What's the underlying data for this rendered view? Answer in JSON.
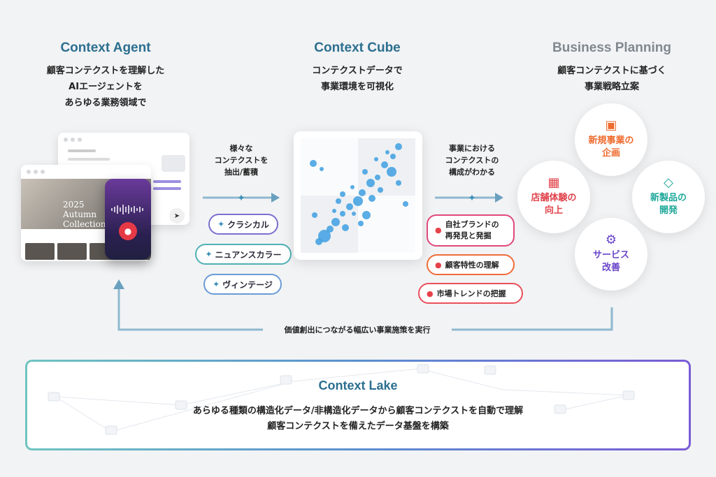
{
  "columns": {
    "agent": {
      "title": "Context Agent",
      "subtitle": "顧客コンテクストを理解した\nAIエージェントを\nあらゆる業務領域で"
    },
    "cube": {
      "title": "Context Cube",
      "subtitle": "コンテクストデータで\n事業環境を可視化"
    },
    "business": {
      "title": "Business Planning",
      "subtitle": "顧客コンテクストに基づく\n事業戦略立案"
    }
  },
  "agent_mock": {
    "hero_text": "2025\nAutumn\nCollection"
  },
  "extract_label": "様々な\nコンテクストを\n抽出/蓄積",
  "understand_label": "事業における\nコンテクストの\n構成がわかる",
  "style_tags": [
    "クラシカル",
    "ニュアンスカラー",
    "ヴィンテージ"
  ],
  "insight_tags": [
    "自社ブランドの\n再発見と発掘",
    "顧客特性の理解",
    "市場トレンドの把握"
  ],
  "outcomes": {
    "new_business": "新規事業の\n企画",
    "store": "店舗体験の\n向上",
    "product": "新製品の\n開発",
    "service": "サービス\n改善"
  },
  "feedback_label": "価値創出につながる幅広い事業施策を実行",
  "lake": {
    "title": "Context Lake",
    "description": "あらゆる種類の構造化データ/非構造化データから顧客コンテクストを自動で理解\n顧客コンテクストを備えたデータ基盤を構築"
  },
  "colors": {
    "accent": "#2c6f8f",
    "cube_dot": "#3d9fe0"
  }
}
